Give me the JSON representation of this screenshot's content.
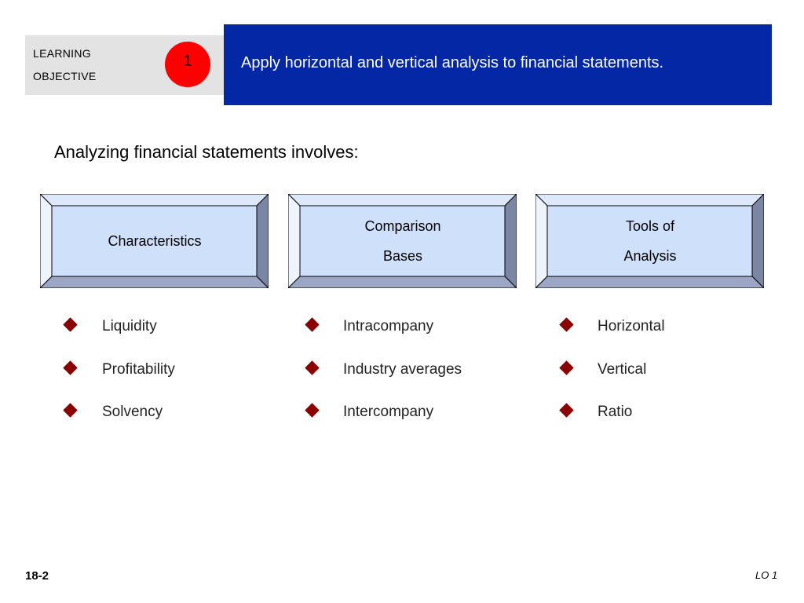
{
  "header": {
    "learning_label": "LEARNING",
    "objective_label": "OBJECTIVE",
    "objective_number": "1",
    "objective_text": "Apply horizontal and vertical analysis to financial statements."
  },
  "intro": "Analyzing financial statements involves:",
  "columns": [
    {
      "box_lines": [
        "Characteristics"
      ],
      "items": [
        "Liquidity",
        "Profitability",
        "Solvency"
      ]
    },
    {
      "box_lines": [
        "Comparison",
        "Bases"
      ],
      "items": [
        "Intracompany",
        "Industry averages",
        "Intercompany"
      ]
    },
    {
      "box_lines": [
        "Tools of",
        "Analysis"
      ],
      "items": [
        "Horizontal",
        "Vertical",
        "Ratio"
      ]
    }
  ],
  "footer": {
    "page": "18-2",
    "lo": "LO 1"
  },
  "colors": {
    "banner": "#0327a5",
    "badge": "#ff0000",
    "bullet": "#8b0000",
    "box_face": "#cfe0fb"
  }
}
